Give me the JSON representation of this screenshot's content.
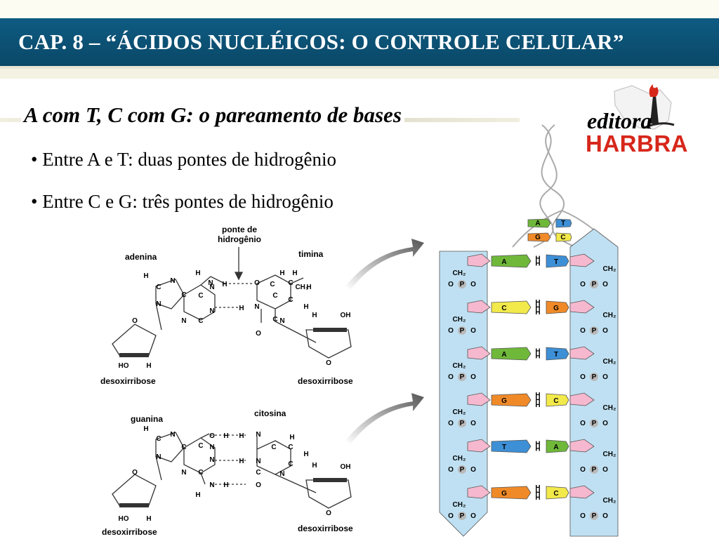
{
  "slide": {
    "title": "CAP. 8 – “ÁCIDOS NUCLÉICOS: O CONTROLE CELULAR”",
    "subtitle": "A com T, C com G: o pareamento de bases",
    "bullets": [
      "• Entre A e T: duas pontes de hidrogênio",
      "• Entre C e G: três pontes de hidrogênio"
    ]
  },
  "logo": {
    "script": "editora",
    "word": "HARBRA"
  },
  "diagram": {
    "bond_label": [
      "ponte de",
      "hidrogênio"
    ],
    "adenine": "adenina",
    "thymine": "timina",
    "guanine": "guanina",
    "cytosine": "citosina",
    "deoxyribose": "desoxirribose",
    "atoms": {
      "H": "H",
      "C": "C",
      "N": "N",
      "O": "O",
      "HO": "HO",
      "OH": "OH",
      "CH3": "CH₃",
      "CH2": "CH₂",
      "P": "P"
    },
    "base_letters": {
      "A": "A",
      "T": "T",
      "C": "C",
      "G": "G"
    },
    "ladder_pairs": [
      [
        "A",
        "T"
      ],
      [
        "C",
        "G"
      ],
      [
        "A",
        "T"
      ],
      [
        "G",
        "C"
      ],
      [
        "T",
        "A"
      ],
      [
        "G",
        "C"
      ]
    ],
    "colors": {
      "A": "#6fb83a",
      "T": "#3d8fd6",
      "C": "#f2e94a",
      "G": "#f08a28",
      "sugar": "#f6b8cf",
      "phosphate": "#b9b9b9",
      "strand": "#bfe0f2"
    }
  }
}
